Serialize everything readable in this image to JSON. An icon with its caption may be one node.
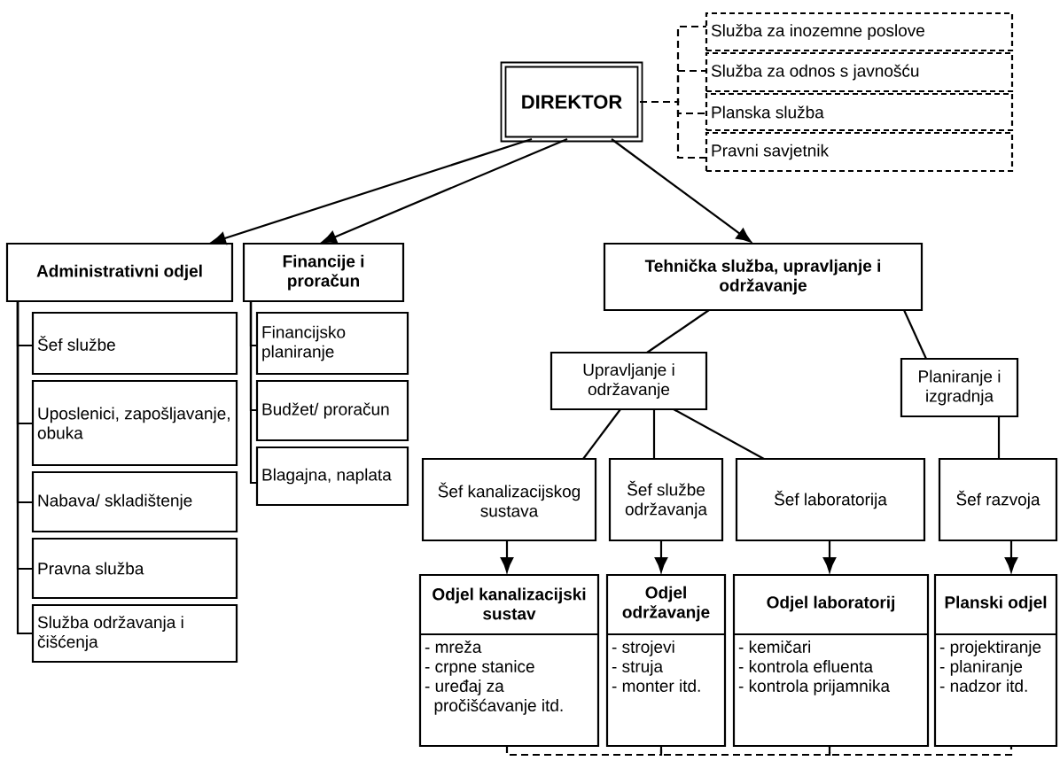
{
  "diagram": {
    "nodes": [
      {
        "text": [
          "DIREKTOR"
        ]
      },
      {
        "text": [
          "Služba za inozemne poslove"
        ]
      },
      {
        "text": [
          "Služba za odnos s javnošću"
        ]
      },
      {
        "text": [
          "Planska služba"
        ]
      },
      {
        "text": [
          "Pravni savjetnik"
        ]
      },
      {
        "text": [
          "Administrativni odjel"
        ]
      },
      {
        "text": [
          "Financije i proračun"
        ]
      },
      {
        "text": [
          "Tehnička služba, upravljanje i održavanje"
        ]
      },
      {
        "text": [
          "Šef službe"
        ]
      },
      {
        "text": [
          "Uposlenici, zapošljavanje, obuka"
        ]
      },
      {
        "text": [
          "Nabava/ skladištenje"
        ]
      },
      {
        "text": [
          "Pravna služba"
        ]
      },
      {
        "text": [
          "Služba održavanja i čišćenja"
        ]
      },
      {
        "text": [
          "Financijsko planiranje"
        ]
      },
      {
        "text": [
          "Budžet/ proračun"
        ]
      },
      {
        "text": [
          "Blagajna, naplata"
        ]
      },
      {
        "text": [
          "Upravljanje i održavanje"
        ]
      },
      {
        "text": [
          "Planiranje i izgradnja"
        ]
      },
      {
        "text": [
          "Šef kanalizacijskog sustava"
        ]
      },
      {
        "text": [
          "Šef službe održavanja"
        ]
      },
      {
        "text": [
          "Šef laboratorija"
        ]
      },
      {
        "text": [
          "Šef razvoja"
        ]
      },
      {
        "text": [
          "Odjel kanalizacijski sustav",
          "- mreža",
          "- crpne stanice",
          "- uređaj za pročišćavanje itd."
        ]
      },
      {
        "text": [
          "Odjel održavanje",
          "- strojevi",
          "- struja",
          "- monter itd."
        ]
      },
      {
        "text": [
          "Odjel laboratorij",
          "- kemičari",
          "- kontrola efluenta",
          "- kontrola prijamnika"
        ]
      },
      {
        "text": [
          "Planski odjel",
          "- projektiranje",
          "- planiranje",
          "- nadzor itd."
        ]
      }
    ],
    "edges": [
      {
        "from": 0,
        "to": 5,
        "arrow": "to"
      },
      {
        "from": 0,
        "to": 6,
        "arrow": "to"
      },
      {
        "from": 0,
        "to": 7,
        "arrow": "to"
      },
      {
        "from": 0,
        "to": 1,
        "arrow": "none",
        "style": "dashed"
      },
      {
        "from": 0,
        "to": 2,
        "arrow": "none",
        "style": "dashed"
      },
      {
        "from": 0,
        "to": 3,
        "arrow": "none",
        "style": "dashed"
      },
      {
        "from": 0,
        "to": 4,
        "arrow": "none",
        "style": "dashed"
      },
      {
        "from": 5,
        "to": 8,
        "arrow": "none"
      },
      {
        "from": 5,
        "to": 9,
        "arrow": "none"
      },
      {
        "from": 5,
        "to": 10,
        "arrow": "none"
      },
      {
        "from": 5,
        "to": 11,
        "arrow": "none"
      },
      {
        "from": 5,
        "to": 12,
        "arrow": "none"
      },
      {
        "from": 6,
        "to": 13,
        "arrow": "none"
      },
      {
        "from": 6,
        "to": 14,
        "arrow": "none"
      },
      {
        "from": 6,
        "to": 15,
        "arrow": "none"
      },
      {
        "from": 7,
        "to": 16,
        "arrow": "none"
      },
      {
        "from": 7,
        "to": 17,
        "arrow": "none"
      },
      {
        "from": 16,
        "to": 18,
        "arrow": "none"
      },
      {
        "from": 16,
        "to": 19,
        "arrow": "none"
      },
      {
        "from": 16,
        "to": 20,
        "arrow": "none"
      },
      {
        "from": 17,
        "to": 21,
        "arrow": "none"
      },
      {
        "from": 18,
        "to": 22,
        "arrow": "to"
      },
      {
        "from": 19,
        "to": 23,
        "arrow": "to"
      },
      {
        "from": 20,
        "to": 24,
        "arrow": "to"
      },
      {
        "from": 21,
        "to": 25,
        "arrow": "to"
      },
      {
        "from": 22,
        "to": 23,
        "arrow": "none",
        "style": "dashed"
      },
      {
        "from": 23,
        "to": 24,
        "arrow": "none",
        "style": "dashed"
      },
      {
        "from": 24,
        "to": 25,
        "arrow": "none",
        "style": "dashed"
      }
    ]
  }
}
